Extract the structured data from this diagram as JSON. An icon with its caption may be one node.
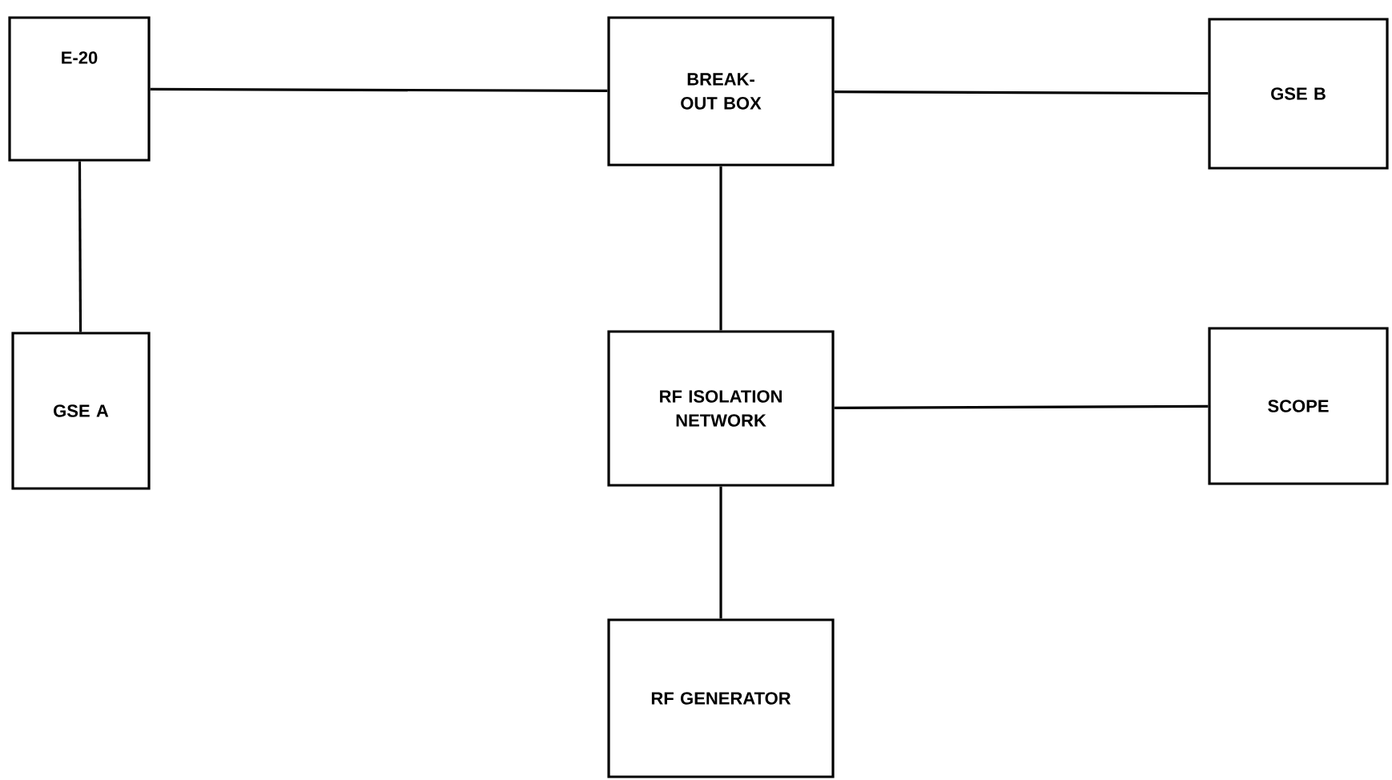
{
  "diagram": {
    "nodes": [
      {
        "text": [
          "E-20"
        ]
      },
      {
        "text": [
          "BREAK-OUT BOX"
        ]
      },
      {
        "text": [
          "GSE B"
        ]
      },
      {
        "text": [
          "GSE A"
        ]
      },
      {
        "text": [
          "RF ISOLATION NETWORK"
        ]
      },
      {
        "text": [
          "SCOPE"
        ]
      },
      {
        "text": [
          "RF GENERATOR"
        ]
      }
    ],
    "edges": [
      {
        "from": 0,
        "to": 1,
        "arrow": "none"
      },
      {
        "from": 1,
        "to": 2,
        "arrow": "none"
      },
      {
        "from": 0,
        "to": 3,
        "arrow": "none"
      },
      {
        "from": 1,
        "to": 4,
        "arrow": "none"
      },
      {
        "from": 4,
        "to": 5,
        "arrow": "none"
      },
      {
        "from": 4,
        "to": 6,
        "arrow": "none"
      }
    ]
  }
}
